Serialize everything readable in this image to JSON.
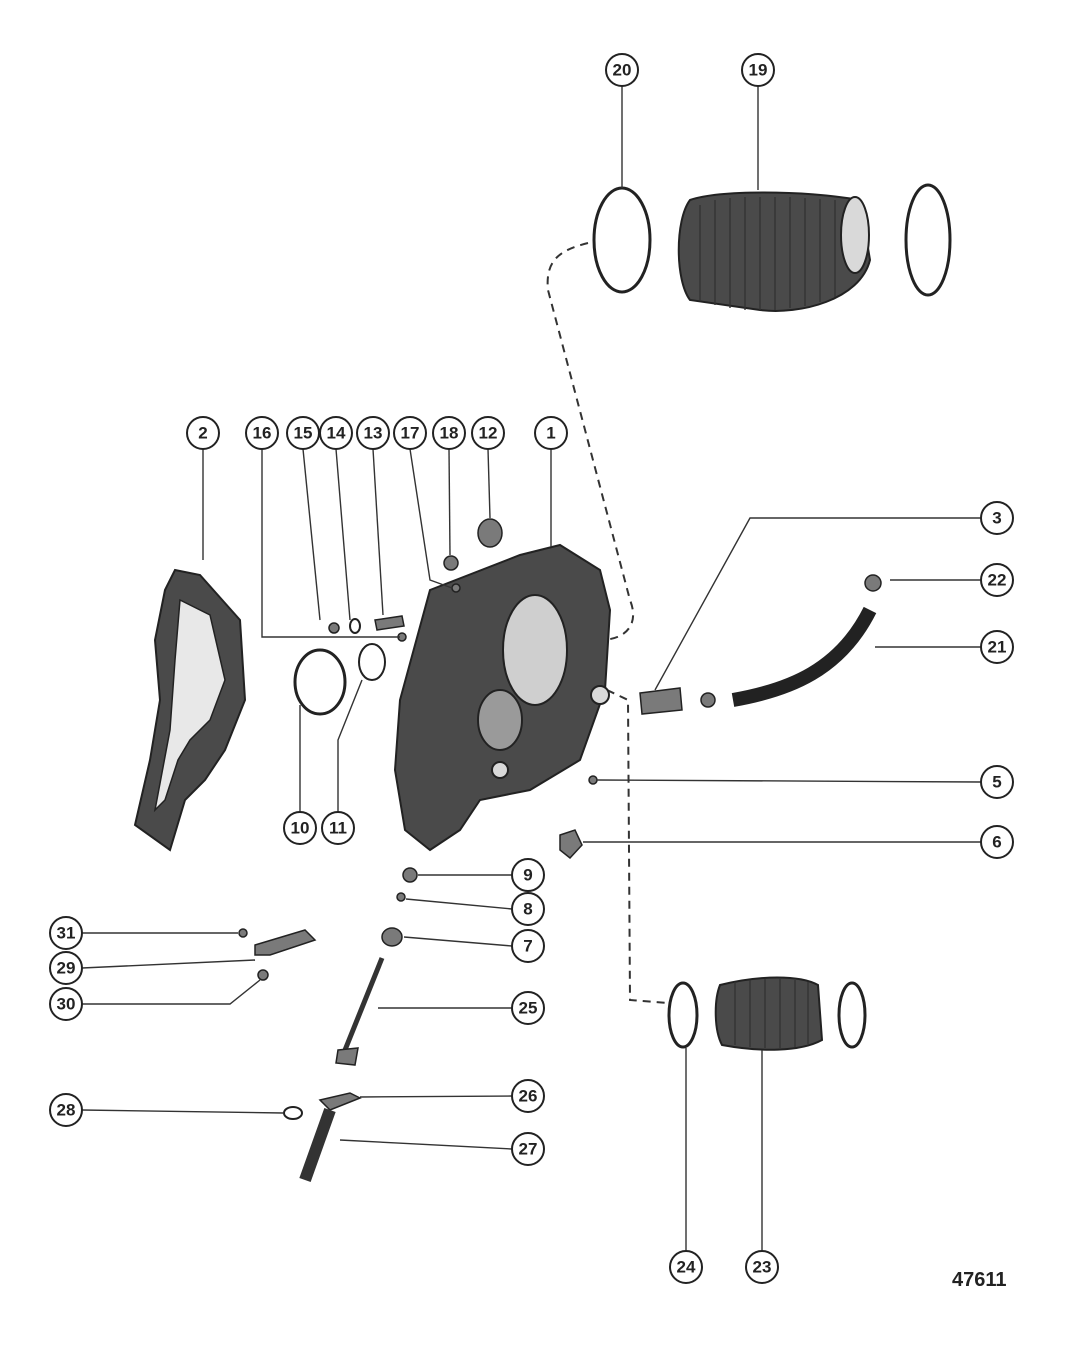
{
  "diagram": {
    "figure_number": "47611",
    "callouts": [
      "1",
      "2",
      "3",
      "5",
      "6",
      "7",
      "8",
      "9",
      "10",
      "11",
      "12",
      "13",
      "14",
      "15",
      "16",
      "17",
      "18",
      "19",
      "20",
      "21",
      "22",
      "23",
      "24",
      "25",
      "26",
      "27",
      "28",
      "29",
      "30",
      "31"
    ]
  }
}
